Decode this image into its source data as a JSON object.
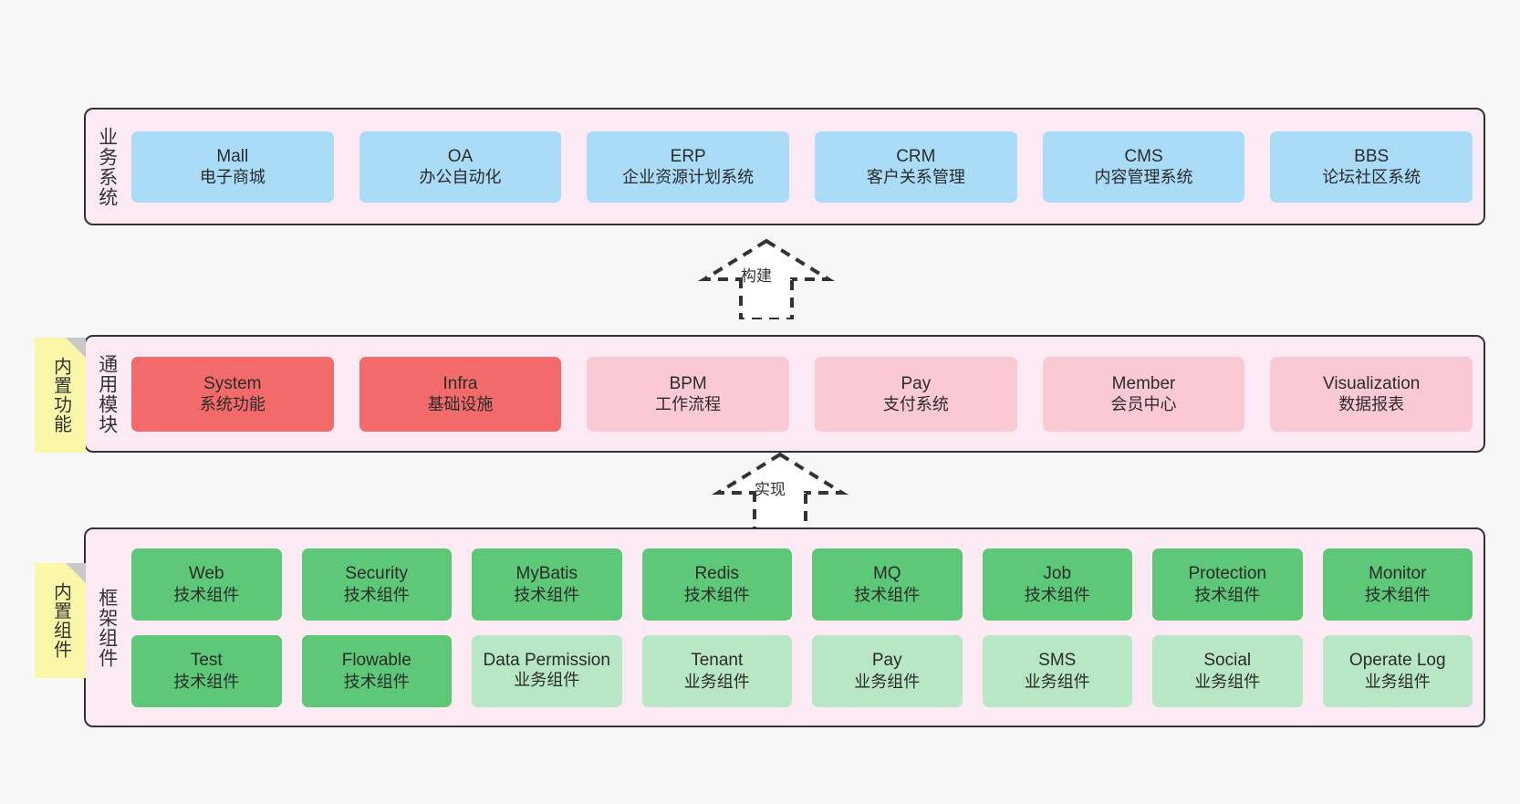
{
  "diagram": {
    "background": "#f7f7f7",
    "layer_fill": "#fbeaf4",
    "sticky_fill": "#fbf7a8",
    "colors": {
      "business": "#aadcf8",
      "module_active": "#f26a6a",
      "module_plain": "#fbc9d4",
      "component_tech": "#5cc878",
      "component_biz": "#b7e7c4"
    }
  },
  "layers": [
    {
      "id": "business",
      "title": "业务系统",
      "cards": [
        {
          "en": "Mall",
          "cn": "电子商城",
          "style": "blue"
        },
        {
          "en": "OA",
          "cn": "办公自动化",
          "style": "blue"
        },
        {
          "en": "ERP",
          "cn": "企业资源计划系统",
          "style": "blue"
        },
        {
          "en": "CRM",
          "cn": "客户关系管理",
          "style": "blue"
        },
        {
          "en": "CMS",
          "cn": "内容管理系统",
          "style": "blue"
        },
        {
          "en": "BBS",
          "cn": "论坛社区系统",
          "style": "blue"
        }
      ]
    },
    {
      "id": "module",
      "title": "通用模块",
      "sticky": "内置功能",
      "cards": [
        {
          "en": "System",
          "cn": "系统功能",
          "style": "red"
        },
        {
          "en": "Infra",
          "cn": "基础设施",
          "style": "red"
        },
        {
          "en": "BPM",
          "cn": "工作流程",
          "style": "pink"
        },
        {
          "en": "Pay",
          "cn": "支付系统",
          "style": "pink"
        },
        {
          "en": "Member",
          "cn": "会员中心",
          "style": "pink"
        },
        {
          "en": "Visualization",
          "cn": "数据报表",
          "style": "pink"
        }
      ]
    },
    {
      "id": "framework",
      "title": "框架组件",
      "sticky": "内置组件",
      "row1": [
        {
          "en": "Web",
          "cn": "技术组件",
          "style": "green"
        },
        {
          "en": "Security",
          "cn": "技术组件",
          "style": "green"
        },
        {
          "en": "MyBatis",
          "cn": "技术组件",
          "style": "green"
        },
        {
          "en": "Redis",
          "cn": "技术组件",
          "style": "green"
        },
        {
          "en": "MQ",
          "cn": "技术组件",
          "style": "green"
        },
        {
          "en": "Job",
          "cn": "技术组件",
          "style": "green"
        },
        {
          "en": "Protection",
          "cn": "技术组件",
          "style": "green"
        },
        {
          "en": "Monitor",
          "cn": "技术组件",
          "style": "green"
        }
      ],
      "row2": [
        {
          "en": "Test",
          "cn": "技术组件",
          "style": "green"
        },
        {
          "en": "Flowable",
          "cn": "技术组件",
          "style": "green"
        },
        {
          "en": "Data Permission",
          "cn": "业务组件",
          "style": "lgreen"
        },
        {
          "en": "Tenant",
          "cn": "业务组件",
          "style": "lgreen"
        },
        {
          "en": "Pay",
          "cn": "业务组件",
          "style": "lgreen"
        },
        {
          "en": "SMS",
          "cn": "业务组件",
          "style": "lgreen"
        },
        {
          "en": "Social",
          "cn": "业务组件",
          "style": "lgreen"
        },
        {
          "en": "Operate Log",
          "cn": "业务组件",
          "style": "lgreen"
        }
      ]
    }
  ],
  "connectors": [
    {
      "id": "build",
      "label": "构建"
    },
    {
      "id": "implement",
      "label": "实现"
    }
  ]
}
